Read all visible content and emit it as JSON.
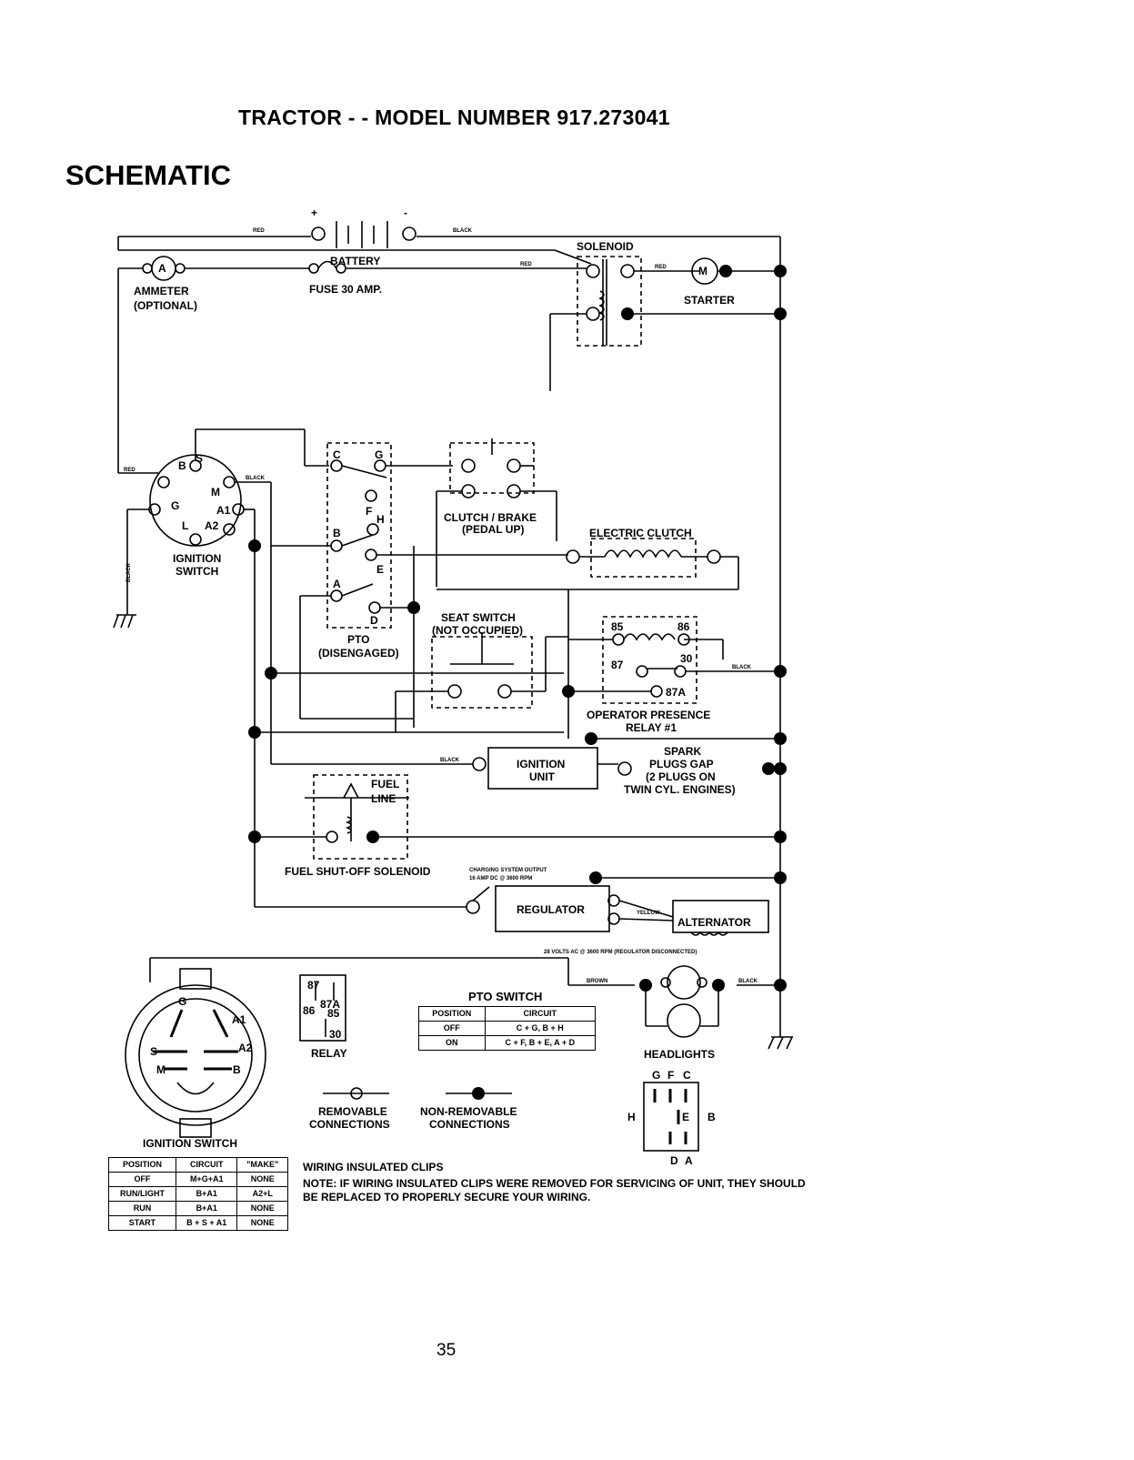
{
  "header": {
    "title": "TRACTOR - - MODEL NUMBER 917.273041",
    "heading": "SCHEMATIC"
  },
  "components": {
    "battery": "BATTERY",
    "ammeter": "AMMETER",
    "ammeter_optional": "(OPTIONAL)",
    "fuse": "FUSE 30 AMP.",
    "solenoid": "SOLENOID",
    "starter": "STARTER",
    "ignition_switch": "IGNITION",
    "ignition_switch_2": "SWITCH",
    "clutch_brake": "CLUTCH / BRAKE",
    "clutch_brake_2": "(PEDAL UP)",
    "electric_clutch": "ELECTRIC CLUTCH",
    "seat_switch": "SEAT SWITCH",
    "seat_switch_2": "(NOT OCCUPIED)",
    "pto": "PTO",
    "pto_2": "(DISENGAGED)",
    "relay_label": "OPERATOR PRESENCE",
    "relay_label_2": "RELAY #1",
    "ignition_unit": "IGNITION",
    "ignition_unit_2": "UNIT",
    "spark": "SPARK",
    "spark_2": "PLUGS GAP",
    "spark_3": "(2 PLUGS ON",
    "spark_4": "TWIN CYL. ENGINES)",
    "fuel_line": "FUEL",
    "fuel_line_2": "LINE",
    "fuel_solenoid": "FUEL SHUT-OFF SOLENOID",
    "charging_output": "CHARGING SYSTEM OUTPUT",
    "charging_output_2": "16 AMP DC @ 3600 RPM",
    "regulator": "REGULATOR",
    "alternator": "ALTERNATOR",
    "ac_note": "28 VOLTS AC @ 3600 RPM (REGULATOR DISCONNECTED)",
    "headlights": "HEADLIGHTS",
    "relay_small": "RELAY"
  },
  "wire_colors": {
    "red": "RED",
    "black": "BLACK",
    "yellow": "YELLOW",
    "brown": "BROWN"
  },
  "terminals": {
    "pto_c": "C",
    "pto_g": "G",
    "pto_f": "F",
    "pto_h": "H",
    "pto_b": "B",
    "pto_e": "E",
    "pto_a": "A",
    "pto_d": "D",
    "ign_b": "B",
    "ign_s": "S",
    "ign_m": "M",
    "ign_g": "G",
    "ign_a1": "A1",
    "ign_l": "L",
    "ign_a2": "A2",
    "r85": "85",
    "r86": "86",
    "r87": "87",
    "r30": "30",
    "r87a": "87A",
    "plug_g": "G",
    "plug_f": "F",
    "plug_c": "C",
    "plug_h": "H",
    "plug_e": "E",
    "plug_b": "B",
    "plug_d": "D",
    "plug_a": "A",
    "ammeter_a": "A",
    "starter_m": "M"
  },
  "legend": {
    "removable": "REMOVABLE",
    "removable_2": "CONNECTIONS",
    "non_removable": "NON-REMOVABLE",
    "non_removable_2": "CONNECTIONS"
  },
  "ignition_table": {
    "title": "IGNITION SWITCH",
    "headers": [
      "POSITION",
      "CIRCUIT",
      "\"MAKE\""
    ],
    "rows": [
      [
        "OFF",
        "M+G+A1",
        "NONE"
      ],
      [
        "RUN/LIGHT",
        "B+A1",
        "A2+L"
      ],
      [
        "RUN",
        "B+A1",
        "NONE"
      ],
      [
        "START",
        "B + S + A1",
        "NONE"
      ]
    ]
  },
  "pto_table": {
    "title": "PTO SWITCH",
    "headers": [
      "POSITION",
      "CIRCUIT"
    ],
    "rows": [
      [
        "OFF",
        "C + G, B + H"
      ],
      [
        "ON",
        "C + F, B + E, A + D"
      ]
    ]
  },
  "notes": {
    "clips_title": "WIRING INSULATED CLIPS",
    "note": "NOTE: IF WIRING INSULATED CLIPS WERE REMOVED FOR SERVICING OF UNIT, THEY SHOULD BE REPLACED TO PROPERLY SECURE YOUR WIRING."
  },
  "page_number": "35"
}
